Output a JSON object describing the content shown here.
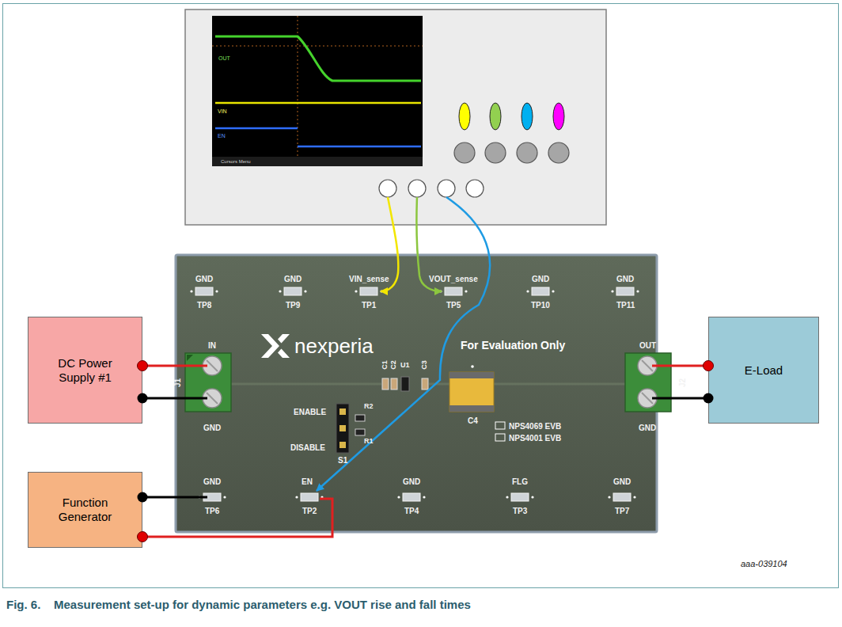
{
  "diagram": {
    "caption": "Fig. 6.    Measurement set-up for dynamic parameters e.g. VOUT rise and fall times",
    "nodes": [
      {
        "text": [
          "DC Power Supply #1"
        ]
      },
      {
        "text": [
          "E-Load"
        ]
      },
      {
        "text": [
          "Function Generator"
        ]
      }
    ],
    "labels": [
      "OUT",
      "VIN",
      "EN",
      "Cursors Menu",
      "GND",
      "TP8",
      "GND",
      "TP9",
      "VIN_sense",
      "TP1",
      "VOUT_sense",
      "TP5",
      "GND",
      "TP10",
      "GND",
      "TP11",
      "IN",
      "GND",
      "J1",
      "nexperia",
      "For Evaluation Only",
      "OUT",
      "GND",
      "J2",
      "C1",
      "C2",
      "U1",
      "C3",
      "C4",
      "ENABLE",
      "DISABLE",
      "S1",
      "R2",
      "R1",
      "NPS4069 EVB",
      "NPS4001 EVB",
      "GND",
      "TP6",
      "EN",
      "TP2",
      "GND",
      "TP4",
      "FLG",
      "TP3",
      "GND",
      "TP7",
      "aaa-039104"
    ]
  }
}
